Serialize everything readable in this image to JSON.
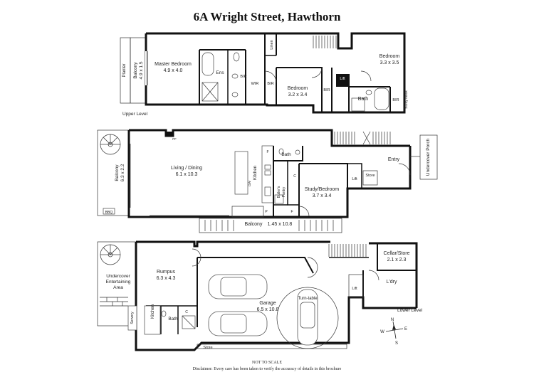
{
  "title": "6A Wright Street, Hawthorn",
  "levels": {
    "upper": "Upper Level",
    "lower": "Lower Level"
  },
  "upper_rooms": {
    "planter": "Planter",
    "balcony": "Balcony",
    "balcony_dim": "4.9 x 1.5",
    "master": "Master Bedroom",
    "master_dim": "4.9 x 4.0",
    "ens": "Ens",
    "bir1": "BIR",
    "wir": "WIR",
    "bir2": "BIR",
    "linen": "Linen",
    "bed2": "Bedroom",
    "bed2_dim": "3.2 x 3.4",
    "bir3": "BIR",
    "lift": "Lift",
    "bath": "Bath",
    "bed3": "Bedroom",
    "bed3_dim": "3.3 x 3.5",
    "bir4": "BIR",
    "study_nook": "Study Nook"
  },
  "middle_rooms": {
    "living": "Living / Dining",
    "living_dim": "6.1 x 10.3",
    "ff": "FF",
    "balcony": "Balcony",
    "balcony_dim": "6.3 x 2.2",
    "bbq": "BBQ",
    "dw": "DW",
    "kitchen": "Kitchen",
    "f1": "F",
    "bath": "Bath",
    "c": "C",
    "butlers": "Butler's",
    "pantry": "Pantry",
    "p": "P",
    "f2": "F",
    "study": "Study/Bedroom",
    "study_dim": "3.7 x 3.4",
    "lift": "Lift",
    "store": "Store",
    "entry": "Entry",
    "porch": "Undercover Porch",
    "bottom_balcony": "Balcony",
    "bottom_balcony_dim": "1.45 x 10.8"
  },
  "lower_rooms": {
    "undercover": "Undercover",
    "entertaining": "Entertaining",
    "area": "Area",
    "rumpus": "Rumpus",
    "rumpus_dim": "6.3 x 4.3",
    "servery": "Servery",
    "kitchen": "Kitchen",
    "bath": "Bath",
    "c": "C",
    "garage": "Garage",
    "garage_dim": "6.5 x 10.8",
    "turntable": "Turn-table",
    "store": "Store",
    "cellar": "Cellar/Store",
    "cellar_dim": "2.1 x 2.3",
    "lift": "Lift",
    "ldry": "L'dry"
  },
  "compass": {
    "n": "N",
    "e": "E",
    "s": "S",
    "w": "W"
  },
  "footer": {
    "not_to_scale": "NOT TO SCALE",
    "disclaimer": "Disclaimer: Every care has been taken to verify the accuracy of details in this brochure"
  }
}
